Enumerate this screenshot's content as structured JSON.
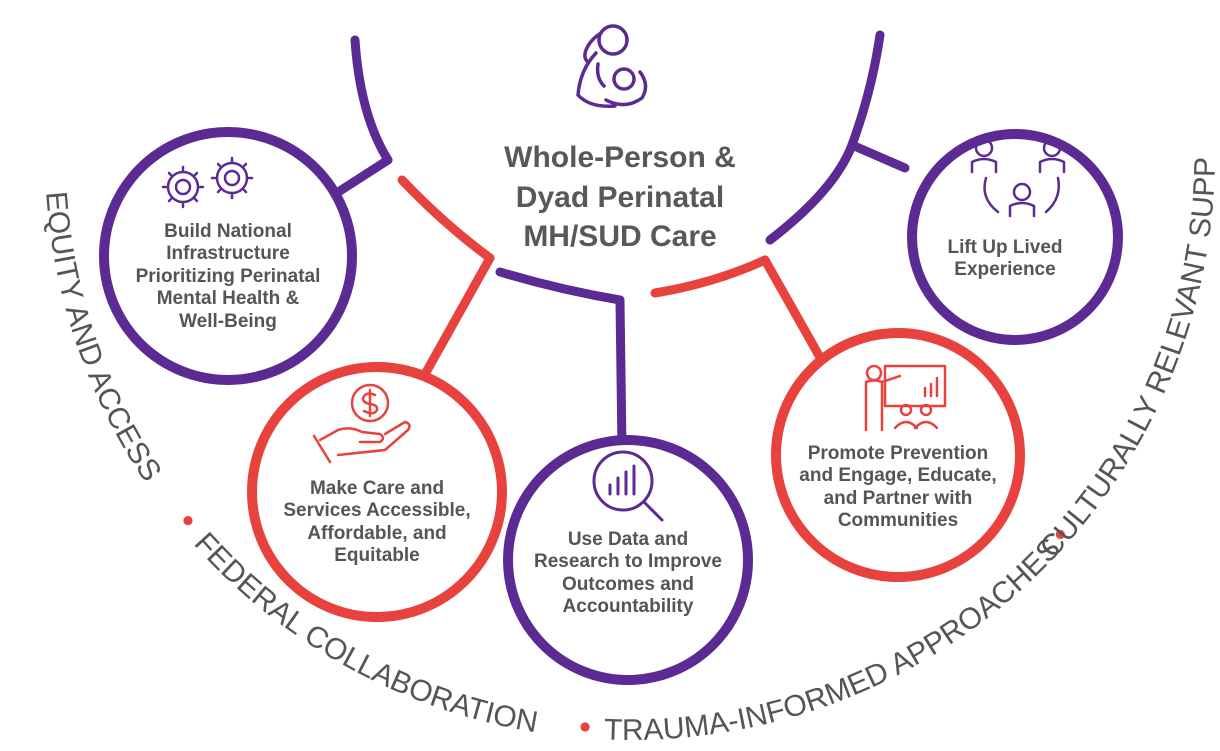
{
  "center": {
    "title": "Whole-Person &\nDyad Perinatal\nMH/SUD Care",
    "icon": "mother-child-icon"
  },
  "nodes": [
    {
      "id": "build",
      "label": "Build National\nInfrastructure\nPrioritizing Perinatal\nMental Health &\nWell-Being",
      "icon": "gears-icon",
      "color": "#5b2a92"
    },
    {
      "id": "make",
      "label": "Make Care and\nServices Accessible,\nAffordable, and\nEquitable",
      "icon": "hand-dollar-icon",
      "color": "#e8423f"
    },
    {
      "id": "use",
      "label": "Use Data and\nResearch to Improve\nOutcomes and\nAccountability",
      "icon": "magnifier-chart-icon",
      "color": "#5b2a92"
    },
    {
      "id": "promote",
      "label": "Promote Prevention\nand Engage, Educate,\nand Partner with\nCommunities",
      "icon": "presenter-audience-icon",
      "color": "#e8423f"
    },
    {
      "id": "lift",
      "label": "Lift Up Lived\nExperience",
      "icon": "people-circle-icon",
      "color": "#5b2a92"
    }
  ],
  "arc_labels": {
    "equity": "EQUITY AND ACCESS",
    "federal": "FEDERAL COLLABORATION",
    "trauma": "TRAUMA-INFORMED APPROACHES",
    "cultural": "CULTURALLY RELEVANT SUPPORT"
  },
  "colors": {
    "purple": "#5b2a92",
    "red": "#e8423f",
    "text_gray": "#555555",
    "separator_dot": "#e8423f"
  }
}
